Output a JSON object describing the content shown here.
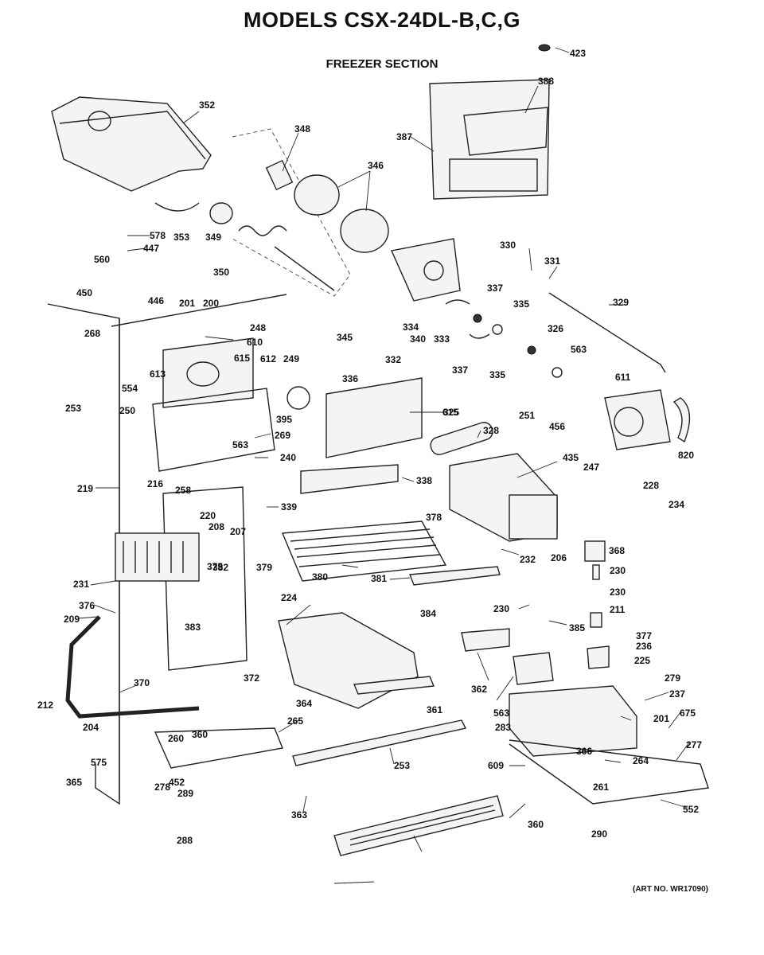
{
  "header": {
    "title": "MODELS CSX-24DL-B,C,G",
    "section": "FREEZER SECTION"
  },
  "footer": {
    "art_no": "(ART NO. WR17090)"
  },
  "callouts": [
    "423",
    "388",
    "387",
    "352",
    "348",
    "346",
    "578",
    "447",
    "560",
    "353",
    "349",
    "350",
    "450",
    "446",
    "201",
    "200",
    "330",
    "331",
    "337",
    "335",
    "329",
    "268",
    "248",
    "610",
    "615",
    "612",
    "249",
    "345",
    "334",
    "340",
    "333",
    "337",
    "335",
    "326",
    "563",
    "611",
    "615",
    "554",
    "613",
    "395",
    "336",
    "332",
    "251",
    "456",
    "253",
    "250",
    "563",
    "269",
    "325",
    "328",
    "247",
    "820",
    "240",
    "435",
    "219",
    "216",
    "258",
    "339",
    "338",
    "228",
    "234",
    "220",
    "208",
    "207",
    "378",
    "379",
    "206",
    "368",
    "380",
    "232",
    "230",
    "231",
    "382",
    "381",
    "230",
    "211",
    "376",
    "383",
    "224",
    "230",
    "209",
    "375",
    "384",
    "385",
    "377",
    "236",
    "225",
    "372",
    "370",
    "362",
    "563",
    "279",
    "237",
    "212",
    "364",
    "361",
    "675",
    "283",
    "201",
    "204",
    "260",
    "360",
    "265",
    "277",
    "575",
    "253",
    "366",
    "264",
    "609",
    "365",
    "452",
    "261",
    "278",
    "289",
    "360",
    "552",
    "363",
    "288",
    "290"
  ]
}
